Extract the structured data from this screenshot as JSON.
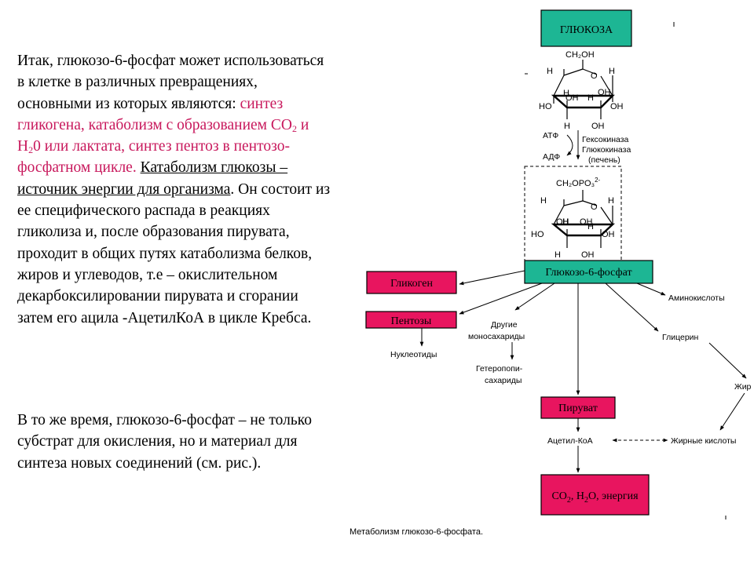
{
  "text": {
    "p1_a": "Итак, глюкозо-6-фосфат может использоваться в клетке в различных превращениях, основными из которых являются: ",
    "p1_b": "синтез гликогена, катаболизм с образованием СО",
    "p1_b_sub": "2",
    "p1_c": " и Н",
    "p1_c_sub": "2",
    "p1_d": "0 или лактата, синтез пентоз в пентозо-фосфатном цикле.",
    "p1_e": " ",
    "p1_f": "Катаболизм глюкозы – источник энергии для организма",
    "p1_g": ". Он состоит из ее специфического распада в реакциях гликолиза и, после образования пирувата, проходит в общих путях катаболизма белков, жиров и углеводов, т.е – окислительном декарбоксилировании пирувата и сгорании затем его ацила -АцетилКоА в цикле Кребса.",
    "p2": "В то же время, глюкозо-6-фосфат – не только субстрат для окисления, но и материал для синтеза новых соединений (см. рис.)."
  },
  "diagram": {
    "glucose": "ГЛЮКОЗА",
    "g6p": "Глюкозо-6-фосфат",
    "glycogen": "Гликоген",
    "pentoses": "Пентозы",
    "pyruvate": "Пируват",
    "final_a": "CO",
    "final_sub1": "2",
    "final_b": ", H",
    "final_sub2": "2",
    "final_c": "O, энергия",
    "ch2oh": "CH₂OH",
    "ch2opo3": "CH₂OPO₃",
    "ch2opo3_sup": "2-",
    "atom_h": "H",
    "atom_o": "O",
    "atom_ho": "HO",
    "atom_oh": "OH",
    "atp": "АТФ",
    "adp": "АДФ",
    "hexokinase": "Гексокиназа",
    "glucokinase": "Глюкокиназа",
    "liver": "(печень)",
    "amino": "Аминокислоты",
    "glycerol": "Глицерин",
    "fatty_partial": "Жир",
    "other_mono_1": "Другие",
    "other_mono_2": "моносахариды",
    "hetero_1": "Гетеропопи-",
    "hetero_2": "сахариды",
    "nucleotides": "Нуклеотиды",
    "acetyl_coa": "Ацетил-КоА",
    "fatty_acids": "Жирные кислоты",
    "caption": "Метаболизм глюкозо-6-фосфата."
  },
  "colors": {
    "green_box": "#1db694",
    "pink_box": "#e8155f",
    "pink_text": "#c8185c"
  }
}
